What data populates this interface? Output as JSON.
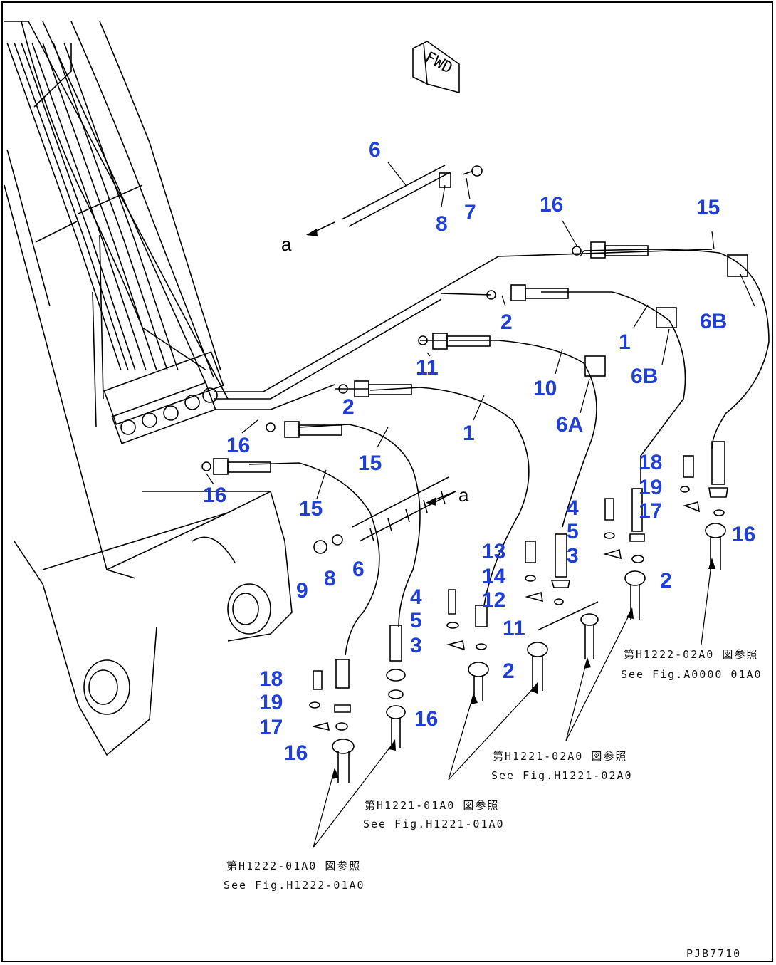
{
  "drawing": {
    "code": "PJB7710",
    "direction": "FWD",
    "view_marker": "a"
  },
  "callouts": [
    {
      "id": "c6_top",
      "text": "6"
    },
    {
      "id": "c8_top",
      "text": "8"
    },
    {
      "id": "c7_top",
      "text": "7"
    },
    {
      "id": "c16_top",
      "text": "16"
    },
    {
      "id": "c15_top",
      "text": "15"
    },
    {
      "id": "c2_a",
      "text": "2"
    },
    {
      "id": "c1_a",
      "text": "1"
    },
    {
      "id": "c6B_a",
      "text": "6B"
    },
    {
      "id": "c6B_b",
      "text": "6B"
    },
    {
      "id": "c11_a",
      "text": "11"
    },
    {
      "id": "c10_a",
      "text": "10"
    },
    {
      "id": "c2_b",
      "text": "2"
    },
    {
      "id": "c6A_a",
      "text": "6A"
    },
    {
      "id": "c1_b",
      "text": "1"
    },
    {
      "id": "c16_b",
      "text": "16"
    },
    {
      "id": "c15_b",
      "text": "15"
    },
    {
      "id": "c16_c",
      "text": "16"
    },
    {
      "id": "c15_c",
      "text": "15"
    },
    {
      "id": "c9_a",
      "text": "9"
    },
    {
      "id": "c8_a",
      "text": "8"
    },
    {
      "id": "c6_b",
      "text": "6"
    },
    {
      "id": "c18_a",
      "text": "18"
    },
    {
      "id": "c19_a",
      "text": "19"
    },
    {
      "id": "c17_a",
      "text": "17"
    },
    {
      "id": "c16_d",
      "text": "16"
    },
    {
      "id": "c4_a",
      "text": "4"
    },
    {
      "id": "c5_a",
      "text": "5"
    },
    {
      "id": "c3_a",
      "text": "3"
    },
    {
      "id": "c2_c",
      "text": "2"
    },
    {
      "id": "c13_a",
      "text": "13"
    },
    {
      "id": "c14_a",
      "text": "14"
    },
    {
      "id": "c12_a",
      "text": "12"
    },
    {
      "id": "c11_b",
      "text": "11"
    },
    {
      "id": "c4_b",
      "text": "4"
    },
    {
      "id": "c5_b",
      "text": "5"
    },
    {
      "id": "c3_b",
      "text": "3"
    },
    {
      "id": "c2_d",
      "text": "2"
    },
    {
      "id": "c18_b",
      "text": "18"
    },
    {
      "id": "c19_b",
      "text": "19"
    },
    {
      "id": "c17_b",
      "text": "17"
    },
    {
      "id": "c16_e",
      "text": "16"
    },
    {
      "id": "c16_f",
      "text": "16"
    }
  ],
  "references": [
    {
      "id": "ref_h1222_02",
      "jp": "第H1222-02A0 図参照",
      "en": "See Fig.A0000 01A0"
    },
    {
      "id": "ref_h1221_02",
      "jp": "第H1221-02A0 図参照",
      "en": "See Fig.H1221-02A0"
    },
    {
      "id": "ref_h1221_01",
      "jp": "第H1221-01A0 図参照",
      "en": "See Fig.H1221-01A0"
    },
    {
      "id": "ref_h1222_01",
      "jp": "第H1222-01A0 図参照",
      "en": "See Fig.H1222-01A0"
    }
  ]
}
